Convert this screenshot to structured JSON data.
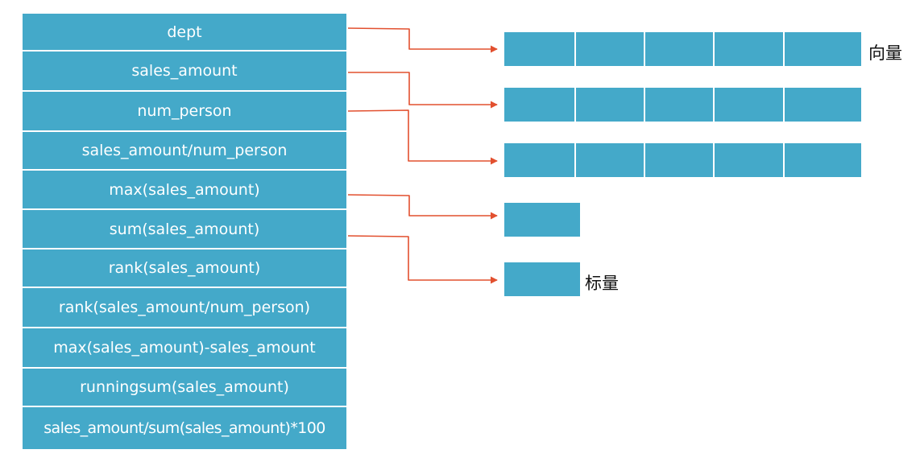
{
  "expressions": [
    "dept",
    "sales_amount",
    "num_person",
    "sales_amount/num_person",
    "max(sales_amount)",
    "sum(sales_amount)",
    "rank(sales_amount)",
    "rank(sales_amount/num_person)",
    "max(sales_amount)-sales_amount",
    "runningsum(sales_amount)",
    "sales_amount/sum(sales_amount)*100"
  ],
  "labels": {
    "vector": "向量",
    "scalar": "标量"
  },
  "colors": {
    "block": "#44a9c9",
    "arrow": "#e2502f",
    "text_on_block": "#ffffff",
    "label": "#111111"
  }
}
